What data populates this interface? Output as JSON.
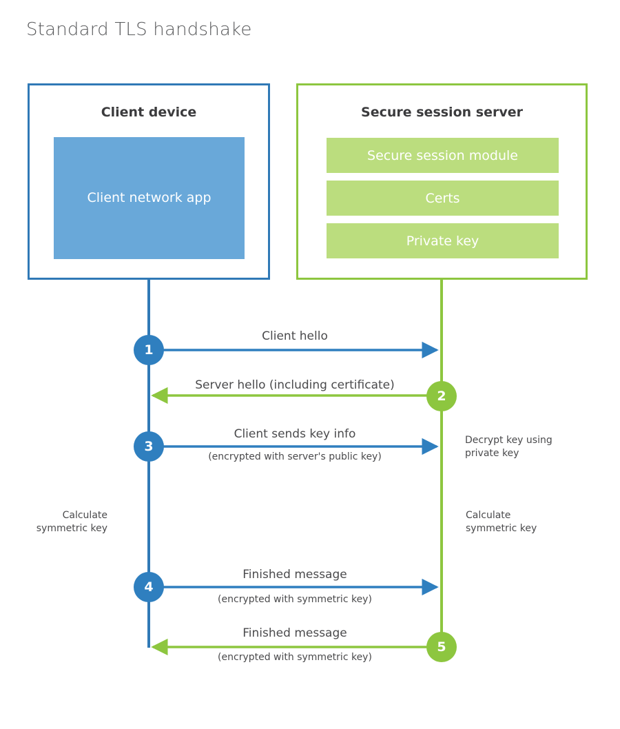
{
  "title": "Standard TLS handshake",
  "parties": {
    "client": {
      "title": "Client device",
      "app_label": "Client network app"
    },
    "server": {
      "title": "Secure session server",
      "bars": [
        {
          "label": "Secure session module"
        },
        {
          "label": "Certs"
        },
        {
          "label": "Private key"
        }
      ]
    }
  },
  "steps": [
    {
      "number": "1",
      "label": "Client hello",
      "sub": "",
      "direction": "client-to-server",
      "color": "#2f7fbf"
    },
    {
      "number": "2",
      "label": "Server hello (including certificate)",
      "sub": "",
      "direction": "server-to-client",
      "color": "#8dc63f"
    },
    {
      "number": "3",
      "label": "Client sends key info",
      "sub": "(encrypted with server's public key)",
      "direction": "client-to-server",
      "color": "#2f7fbf"
    },
    {
      "number": "4",
      "label": "Finished message",
      "sub": "(encrypted with symmetric key)",
      "direction": "client-to-server",
      "color": "#2f7fbf"
    },
    {
      "number": "5",
      "label": "Finished message",
      "sub": "(encrypted with symmetric key)",
      "direction": "server-to-client",
      "color": "#8dc63f"
    }
  ],
  "notes": {
    "server_decrypt": "Decrypt key using\nprivate key",
    "server_decrypt_line1": "Decrypt key using",
    "server_decrypt_line2": "private key",
    "client_calculate_line1": "Calculate",
    "client_calculate_line2": "symmetric key",
    "server_calculate_line1": "Calculate",
    "server_calculate_line2": "symmetric key"
  },
  "colors": {
    "client_accent": "#3079b6",
    "client_circle": "#2f7fbf",
    "client_app_fill": "#69a8d9",
    "server_accent": "#8dc63f",
    "server_bar_fill": "#bbdd7e",
    "title_text": "#58595b",
    "body_text": "#4a4a4c",
    "background": "#ffffff"
  }
}
